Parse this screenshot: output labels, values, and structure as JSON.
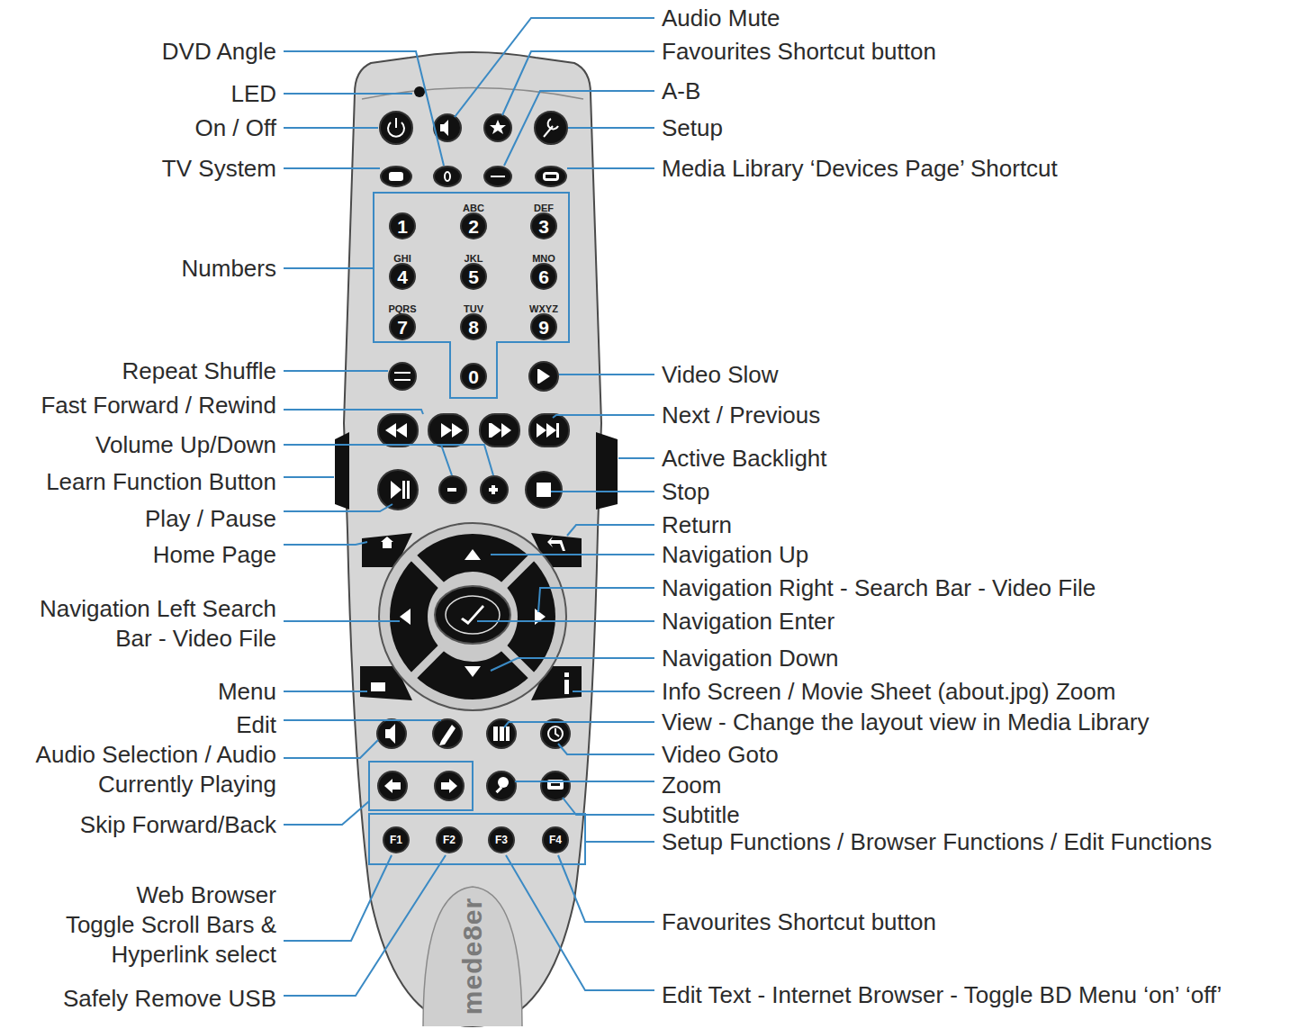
{
  "diagram": {
    "nodes": [
      {
        "text": [
          "1"
        ]
      },
      {
        "text": [
          "ABC",
          "2"
        ]
      },
      {
        "text": [
          "DEF",
          "3"
        ]
      },
      {
        "text": [
          "GHI",
          "4"
        ]
      },
      {
        "text": [
          "JKL",
          "5"
        ]
      },
      {
        "text": [
          "MNO",
          "6"
        ]
      },
      {
        "text": [
          "PQRS",
          "7"
        ]
      },
      {
        "text": [
          "TUV",
          "8"
        ]
      },
      {
        "text": [
          "WXYZ",
          "9"
        ]
      },
      {
        "text": [
          "0"
        ]
      },
      {
        "text": [
          "F1"
        ]
      },
      {
        "text": [
          "F2"
        ]
      },
      {
        "text": [
          "F3"
        ]
      },
      {
        "text": [
          "F4"
        ]
      }
    ],
    "labels": [
      "Audio Mute",
      "DVD Angle",
      "Favourites Shortcut button",
      "A-B",
      "LED",
      "On / Off",
      "Setup",
      "TV System",
      "Media Library ‘Devices Page’ Shortcut",
      "Numbers",
      "Repeat Shuffle",
      "Video Slow",
      "Fast Forward / Rewind",
      "Next / Previous",
      "Volume Up/Down",
      "Active Backlight",
      "Learn Function Button",
      "Stop",
      "Play / Pause",
      "Return",
      "Home Page",
      "Navigation Up",
      "Navigation Right - Search Bar - Video File",
      "Navigation Left Search Bar - Video File",
      "Navigation Enter",
      "Navigation Down",
      "Menu",
      "Info Screen / Movie Sheet (about.jpg) Zoom",
      "Edit",
      "View - Change the layout view in Media Library",
      "Audio Selection / Audio Currently Playing",
      "Video Goto",
      "Zoom",
      "Subtitle",
      "Skip Forward/Back",
      "Setup Functions / Browser Functions / Edit Functions",
      "Web Browser Toggle Scroll Bars & Hyperlink select",
      "Favourites Shortcut button",
      "Safely Remove USB",
      "Edit Text - Internet Browser - Toggle BD Menu ‘on’ ‘off’",
      "mede8er"
    ]
  }
}
